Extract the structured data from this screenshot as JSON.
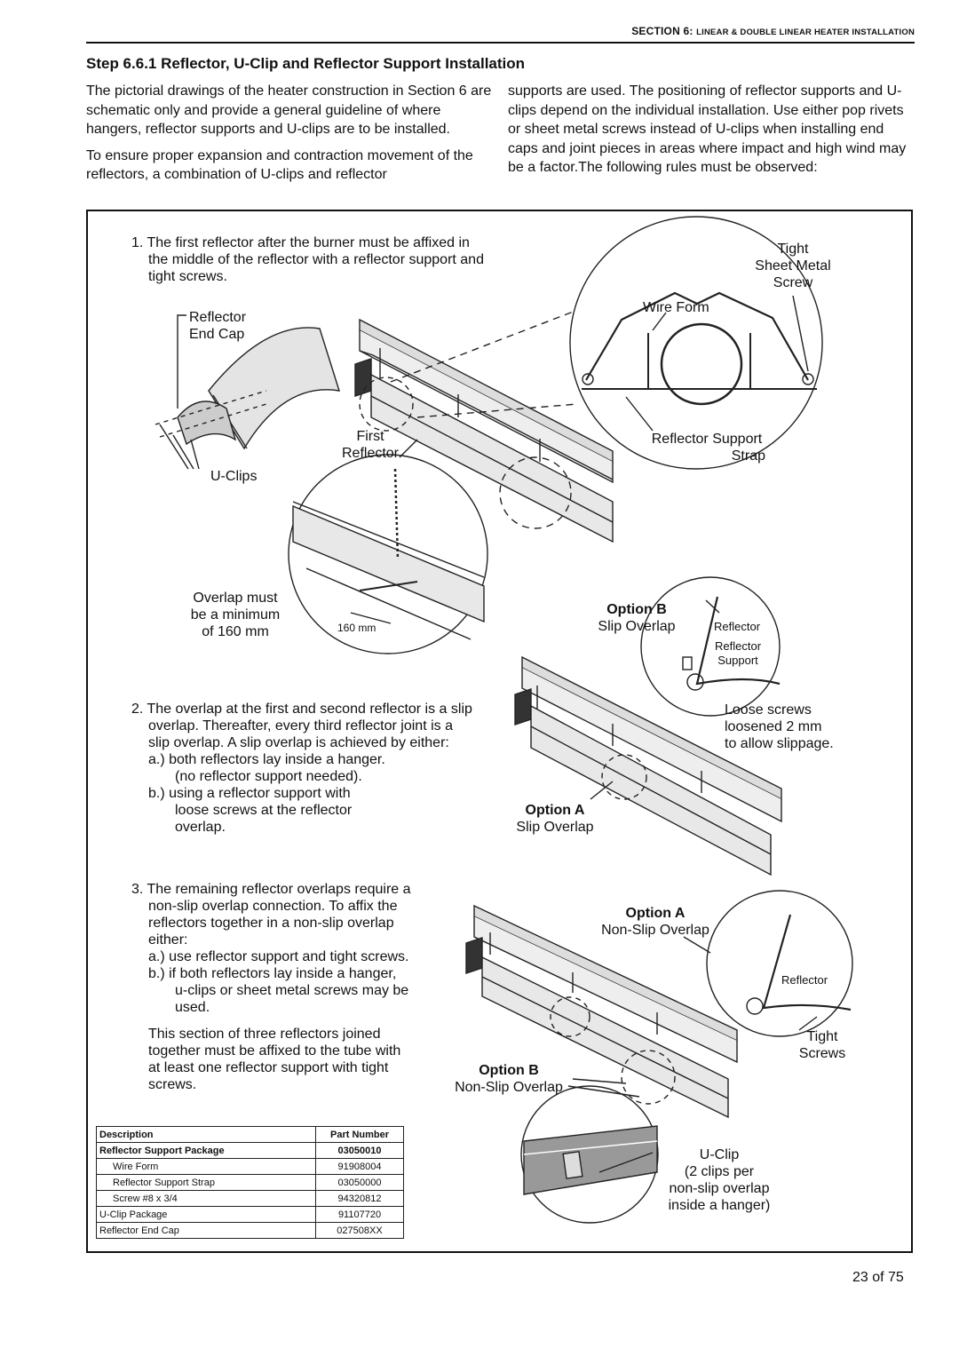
{
  "header": {
    "section": "SECTION 6:",
    "title": "LINEAR & DOUBLE LINEAR HEATER INSTALLATION"
  },
  "heading": "Step 6.6.1 Reflector, U-Clip and Reflector Support Installation",
  "intro": {
    "p1": "The pictorial drawings of the heater construction in Section 6 are schematic only and provide a general guideline of where hangers, reflector supports and U-clips are to be installed.",
    "p2": "To ensure proper expansion and contraction movement of the reflectors, a combination of U-clips and reflector",
    "p3": "supports are used. The positioning of reflector supports and U-clips depend on the individual installation. Use either pop rivets or sheet metal screws instead of U-clips when installing end caps and joint pieces in areas where impact and high wind may be a factor.The following rules must be observed:"
  },
  "rules": {
    "r1": [
      "1. The first reflector after the burner must be affixed in",
      "the middle of the reflector with a reflector support and",
      "tight screws."
    ],
    "r2": [
      "2. The overlap at the first and second reflector is a slip",
      "overlap. Thereafter, every third reflector joint is a",
      "slip overlap. A slip overlap is achieved by either:",
      "a.) both reflectors lay inside a hanger.",
      "(no reflector support needed).",
      "b.) using a reflector support with",
      "loose screws at the reflector",
      "overlap."
    ],
    "r3": [
      "3. The remaining reflector overlaps require a",
      "non-slip overlap connection. To affix the",
      "reflectors together in a non-slip overlap",
      "either:",
      "a.) use reflector support and tight screws.",
      "b.) if both reflectors lay inside a hanger,",
      "u-clips or sheet metal screws may be",
      "used."
    ],
    "r3note": [
      "This section of three reflectors joined",
      "together must be affixed to the tube with",
      "at least one reflector support with tight",
      "screws."
    ]
  },
  "labels": {
    "reflector_end_cap": [
      "Reflector",
      "End Cap"
    ],
    "u_clips": "U-Clips",
    "first_reflector": [
      "First",
      "Reflector"
    ],
    "overlap_must": [
      "Overlap must",
      "be a minimum",
      "of 160 mm"
    ],
    "dim_160": "160 mm",
    "tight_screw": [
      "Tight",
      "Sheet Metal",
      "Screw"
    ],
    "wire_form": "Wire Form",
    "reflector_support_strap": [
      "Reflector Support",
      "Strap"
    ],
    "option_b": "Option B",
    "slip_overlap": "Slip Overlap",
    "reflector": "Reflector",
    "reflector_support": [
      "Reflector",
      "Support"
    ],
    "loose_screws": [
      "Loose screws",
      "loosened 2 mm",
      "to allow slippage."
    ],
    "option_a": "Option A",
    "non_slip_overlap": "Non-Slip Overlap",
    "tight_screws": [
      "Tight",
      "Screws"
    ],
    "u_clip_note": [
      "U-Clip",
      "(2 clips per",
      "non-slip overlap",
      "inside a hanger)"
    ]
  },
  "parts_table": {
    "headers": [
      "Description",
      "Part Number"
    ],
    "rows": [
      {
        "desc": "Reflector Support Package",
        "pn": "03050010",
        "bold": true
      },
      {
        "desc": "Wire Form",
        "pn": "91908004",
        "indent": true
      },
      {
        "desc": "Reflector Support Strap",
        "pn": "03050000",
        "indent": true
      },
      {
        "desc": "Screw #8 x 3/4",
        "pn": "94320812",
        "indent": true
      },
      {
        "desc": "U-Clip Package",
        "pn": "91107720"
      },
      {
        "desc": "Reflector End Cap",
        "pn": "027508XX"
      }
    ]
  },
  "page": "23 of 75"
}
